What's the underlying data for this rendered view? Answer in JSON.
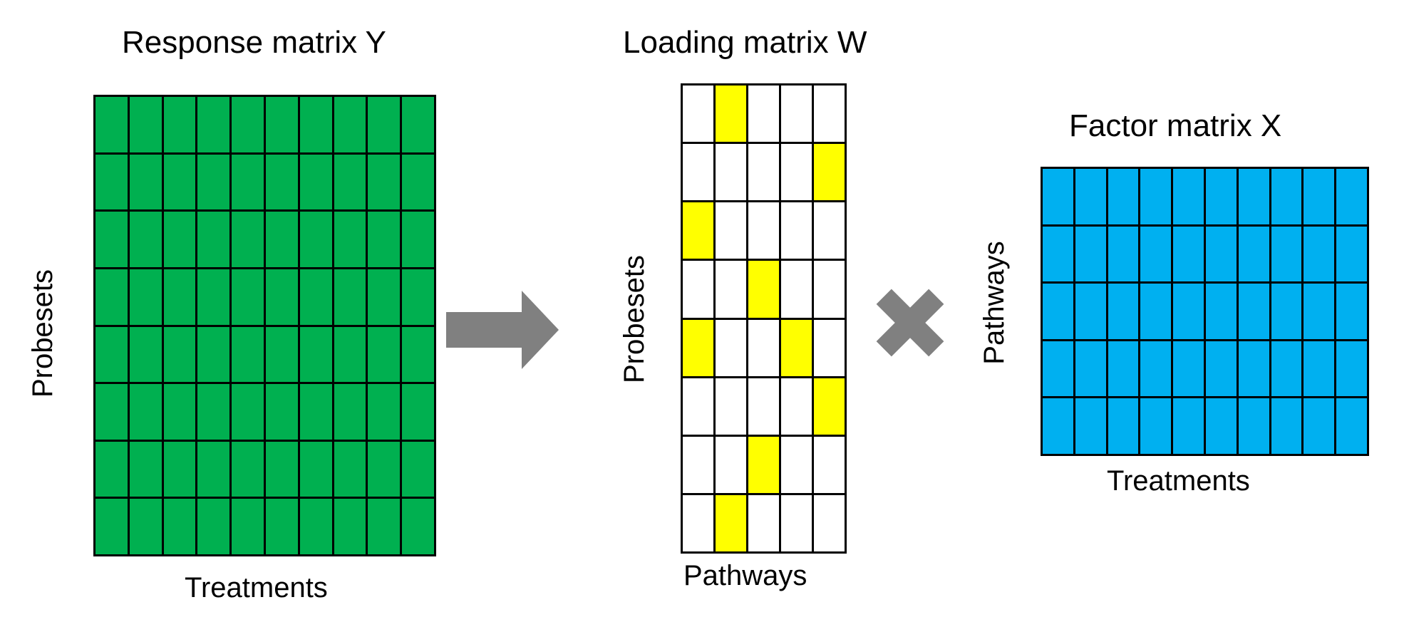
{
  "colors": {
    "response_fill": "#00b050",
    "loading_fill": "#ffff00",
    "factor_fill": "#00b0f0",
    "empty_fill": "#ffffff",
    "grid_line": "#000000",
    "operator": "#808080"
  },
  "response": {
    "title": "Response matrix Y",
    "row_label": "Probesets",
    "col_label": "Treatments",
    "rows": 8,
    "cols": 10
  },
  "loading": {
    "title": "Loading matrix W",
    "row_label": "Probesets",
    "col_label": "Pathways",
    "rows": 8,
    "cols": 5,
    "highlighted": [
      [
        0,
        1,
        0,
        0,
        0
      ],
      [
        0,
        0,
        0,
        0,
        1
      ],
      [
        1,
        0,
        0,
        0,
        0
      ],
      [
        0,
        0,
        1,
        0,
        0
      ],
      [
        1,
        0,
        0,
        1,
        0
      ],
      [
        0,
        0,
        0,
        0,
        1
      ],
      [
        0,
        0,
        1,
        0,
        0
      ],
      [
        0,
        1,
        0,
        0,
        0
      ]
    ]
  },
  "factor": {
    "title": "Factor matrix X",
    "row_label": "Pathways",
    "col_label": "Treatments",
    "rows": 5,
    "cols": 10
  },
  "operators": {
    "arrow": "right-arrow-icon",
    "multiply": "multiply-icon"
  }
}
